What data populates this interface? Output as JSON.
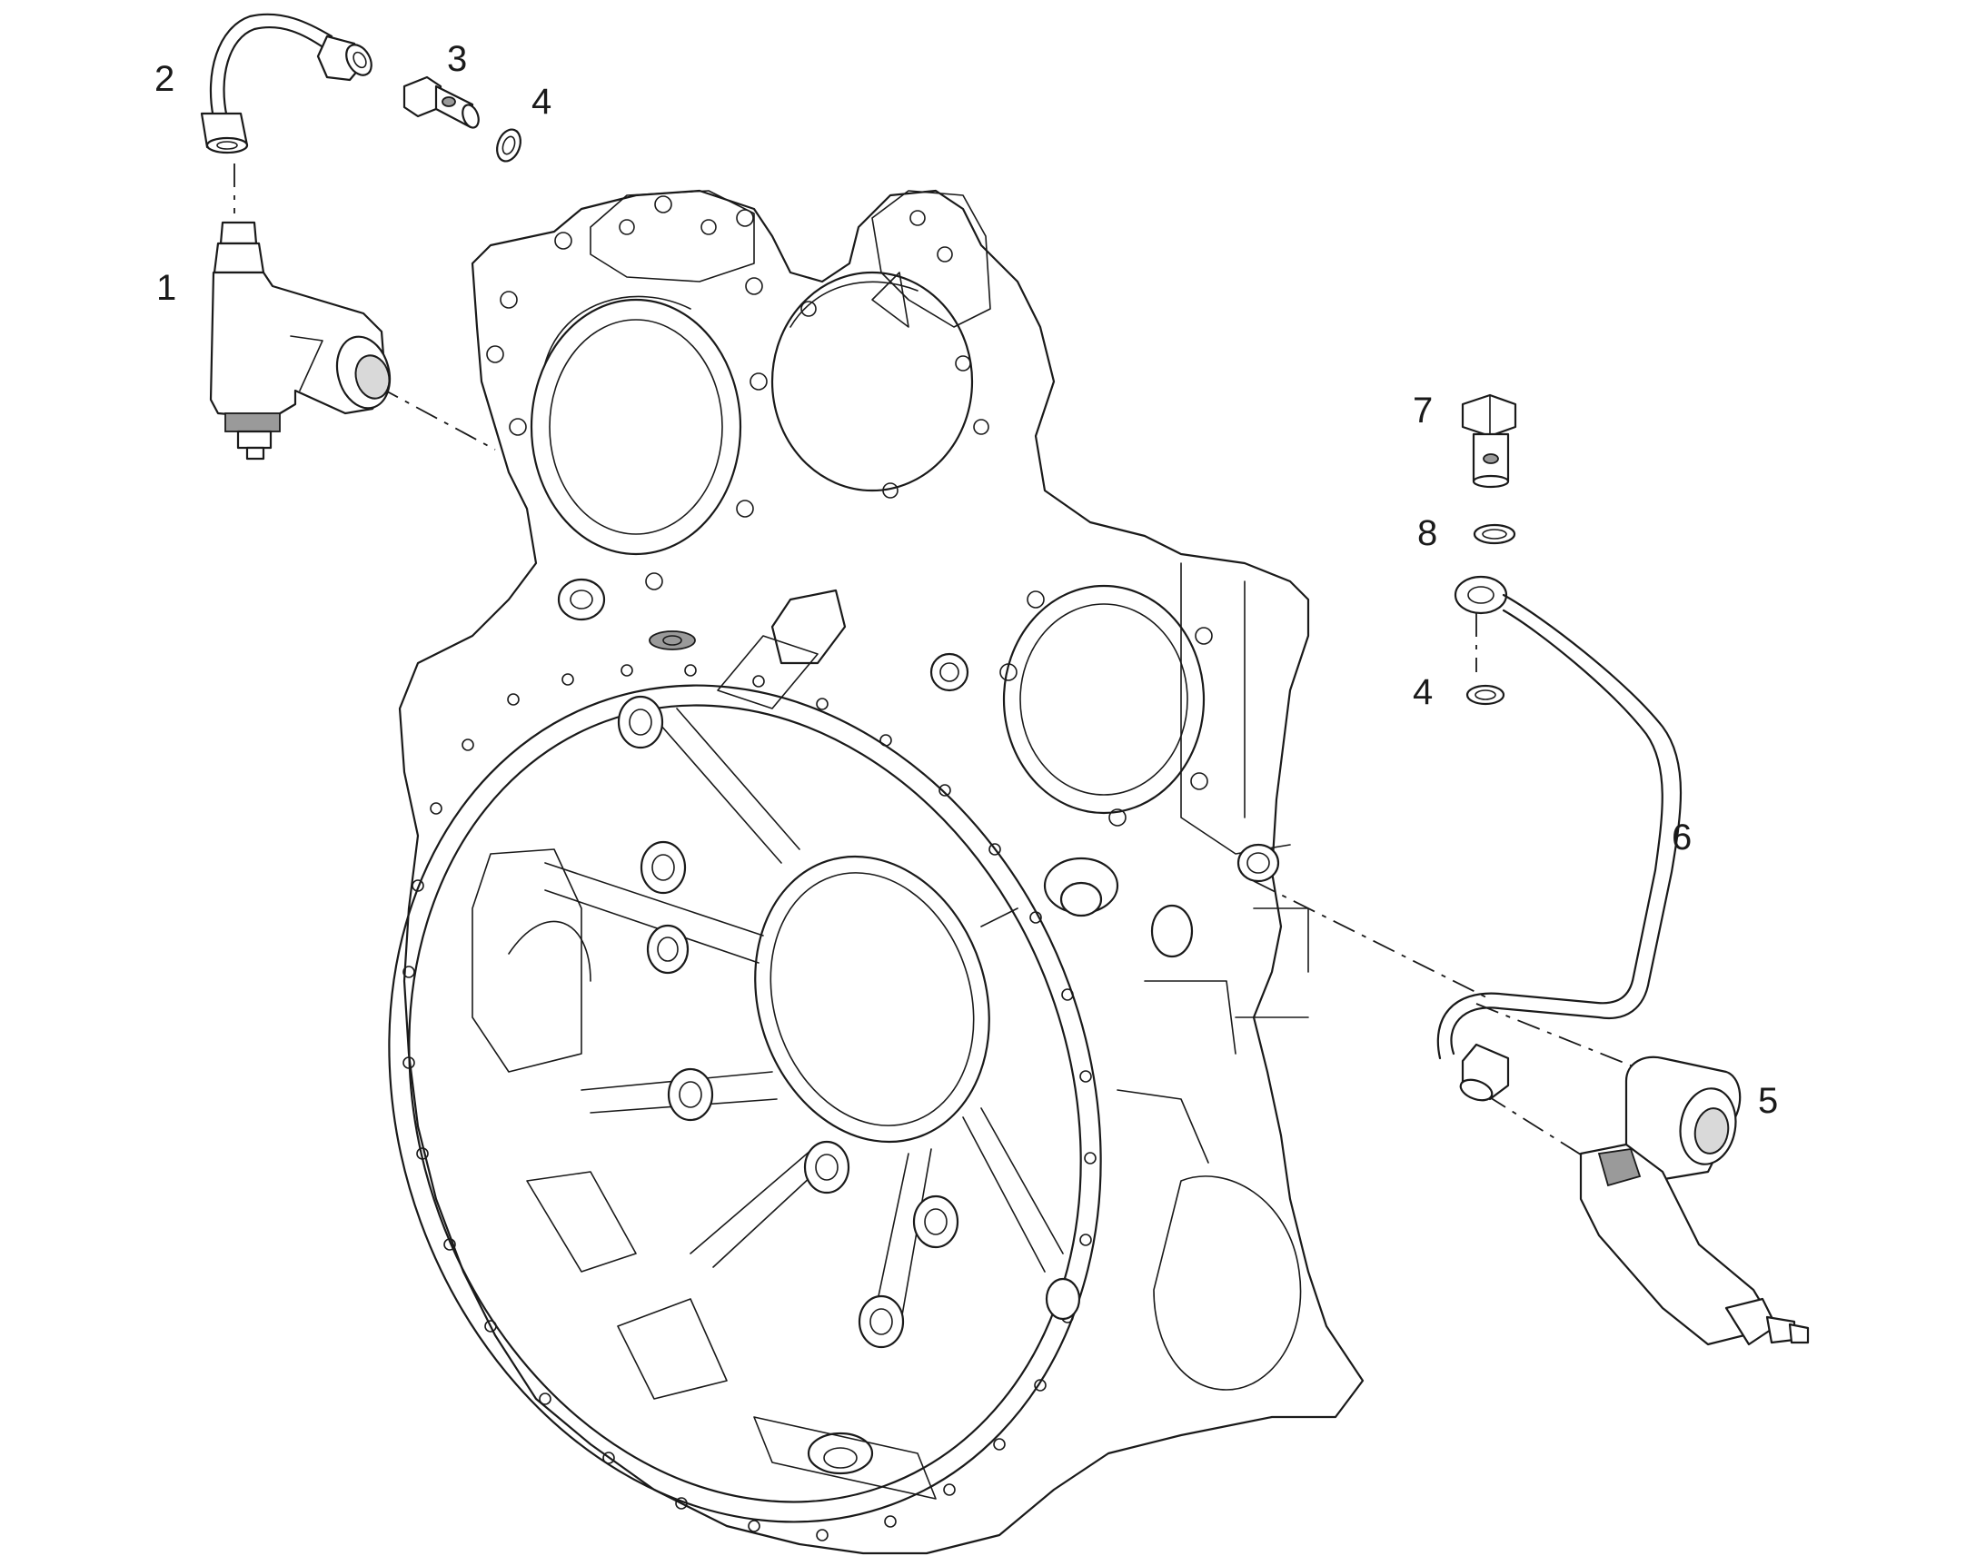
{
  "callouts": {
    "c1": "1",
    "c2": "2",
    "c3": "3",
    "c4a": "4",
    "c4b": "4",
    "c5": "5",
    "c6": "6",
    "c7": "7",
    "c8": "8"
  },
  "colors": {
    "line": "#1a1a1a",
    "background": "#ffffff"
  }
}
